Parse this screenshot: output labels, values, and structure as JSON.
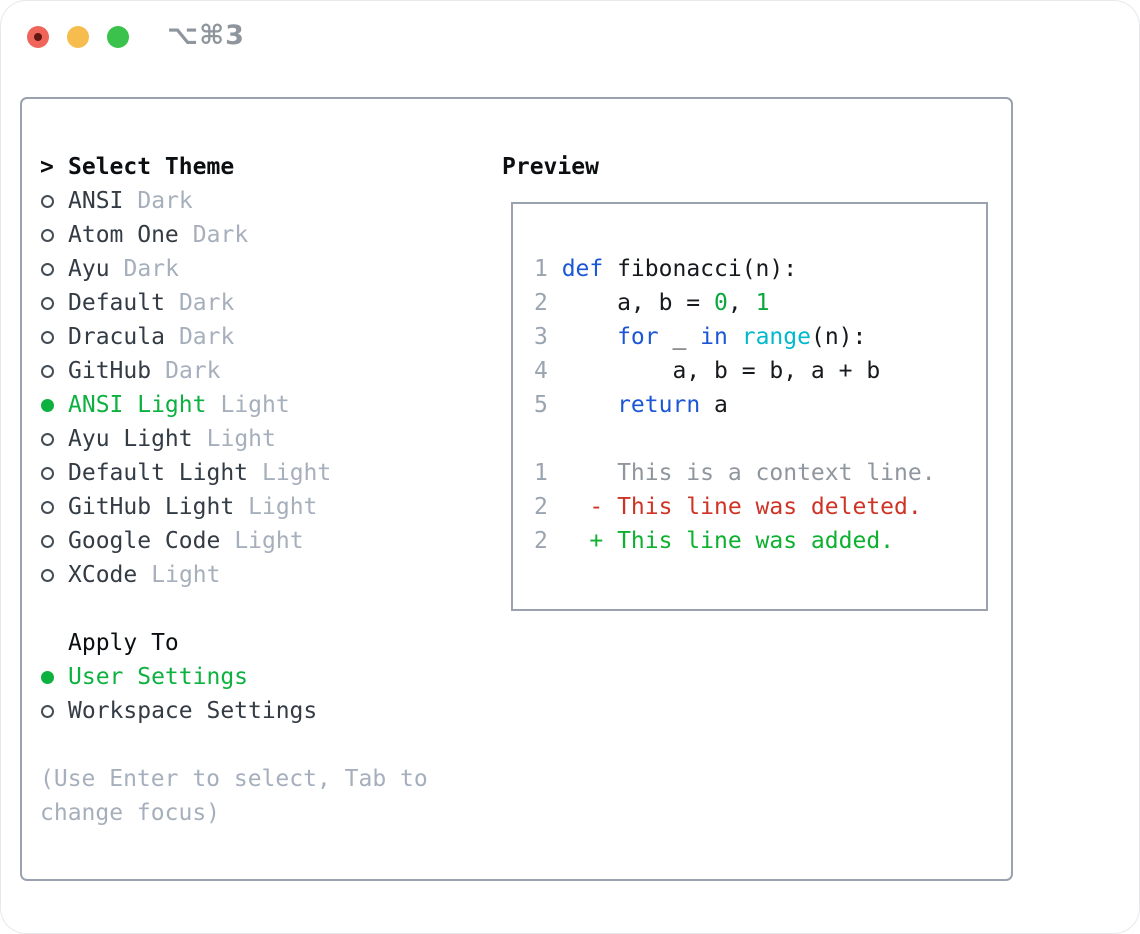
{
  "titlebar": {
    "shortcut_label": "⌥⌘3"
  },
  "colors": {
    "traffic_red": "#f0655a",
    "traffic_yellow": "#f6bd4e",
    "traffic_green": "#3bc24d",
    "accent_green": "#0db140",
    "keyword_blue": "#1b56d6",
    "builtin_cyan": "#00b9cc",
    "number_green": "#0aa83c",
    "diff_red": "#ce3426",
    "diff_green": "#0db12f",
    "muted_gray": "#a6afbc",
    "border_gray": "#99a2ae"
  },
  "theme_section": {
    "header_prefix": ">",
    "header": "Select Theme",
    "items": [
      {
        "name": "ANSI",
        "variant": "Dark",
        "selected": false
      },
      {
        "name": "Atom One",
        "variant": "Dark",
        "selected": false
      },
      {
        "name": "Ayu",
        "variant": "Dark",
        "selected": false
      },
      {
        "name": "Default",
        "variant": "Dark",
        "selected": false
      },
      {
        "name": "Dracula",
        "variant": "Dark",
        "selected": false
      },
      {
        "name": "GitHub",
        "variant": "Dark",
        "selected": false
      },
      {
        "name": "ANSI Light",
        "variant": "Light",
        "selected": true
      },
      {
        "name": "Ayu Light",
        "variant": "Light",
        "selected": false
      },
      {
        "name": "Default Light",
        "variant": "Light",
        "selected": false
      },
      {
        "name": "GitHub Light",
        "variant": "Light",
        "selected": false
      },
      {
        "name": "Google Code",
        "variant": "Light",
        "selected": false
      },
      {
        "name": "XCode",
        "variant": "Light",
        "selected": false
      }
    ]
  },
  "apply_section": {
    "header": "Apply To",
    "items": [
      {
        "name": "User Settings",
        "selected": true
      },
      {
        "name": "Workspace Settings",
        "selected": false
      }
    ]
  },
  "help_text": "(Use Enter to select, Tab to change focus)",
  "preview": {
    "header": "Preview",
    "code_lines": [
      {
        "num": "1",
        "tokens": [
          {
            "text": "def",
            "type": "keyword"
          },
          {
            "text": " fibonacci(n):",
            "type": "plain"
          }
        ]
      },
      {
        "num": "2",
        "tokens": [
          {
            "text": "    a, b = ",
            "type": "plain"
          },
          {
            "text": "0",
            "type": "number"
          },
          {
            "text": ", ",
            "type": "plain"
          },
          {
            "text": "1",
            "type": "number"
          }
        ]
      },
      {
        "num": "3",
        "tokens": [
          {
            "text": "    ",
            "type": "plain"
          },
          {
            "text": "for",
            "type": "keyword"
          },
          {
            "text": " _ ",
            "type": "plain"
          },
          {
            "text": "in",
            "type": "keyword"
          },
          {
            "text": " ",
            "type": "plain"
          },
          {
            "text": "range",
            "type": "builtin"
          },
          {
            "text": "(n):",
            "type": "plain"
          }
        ]
      },
      {
        "num": "4",
        "tokens": [
          {
            "text": "        a, b = b, a + b",
            "type": "plain"
          }
        ]
      },
      {
        "num": "5",
        "tokens": [
          {
            "text": "    ",
            "type": "plain"
          },
          {
            "text": "return",
            "type": "keyword"
          },
          {
            "text": " a",
            "type": "plain"
          }
        ]
      },
      {
        "num": "",
        "tokens": []
      },
      {
        "num": "1",
        "tokens": [
          {
            "text": "    This is a context line.",
            "type": "context"
          }
        ]
      },
      {
        "num": "2",
        "tokens": [
          {
            "text": "  - This line was deleted.",
            "type": "deleted"
          }
        ]
      },
      {
        "num": "2",
        "tokens": [
          {
            "text": "  + This line was added.",
            "type": "added"
          }
        ]
      }
    ]
  }
}
